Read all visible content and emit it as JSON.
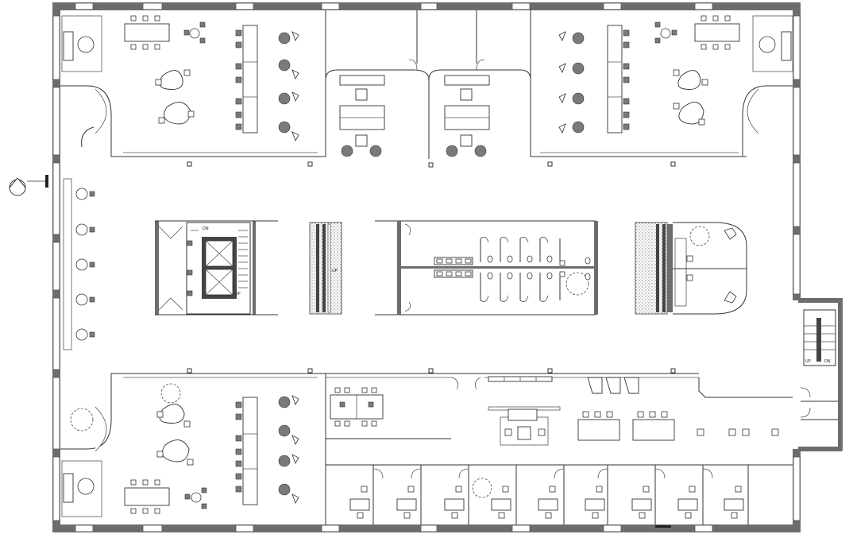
{
  "plan": {
    "stair_west": {
      "dn_label": "DN",
      "up_label": "UP"
    },
    "ramp": {
      "up_label": "UP"
    },
    "stair_east": {
      "up_label": "UP",
      "dn_label": "DN"
    }
  }
}
